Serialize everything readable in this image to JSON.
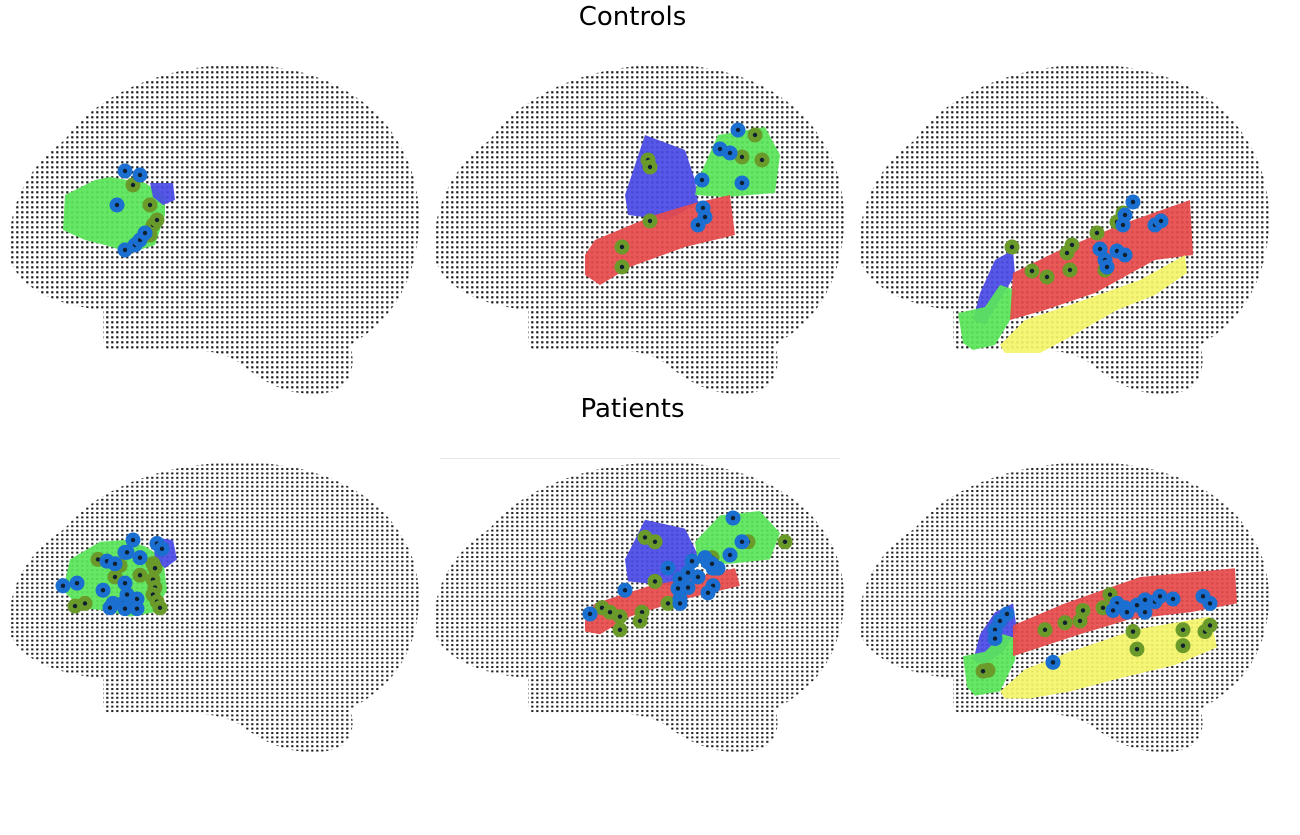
{
  "figure": {
    "groups": [
      {
        "title": "Controls",
        "views": [
          "medial",
          "lateral",
          "temporal"
        ]
      },
      {
        "title": "Patients",
        "views": [
          "medial",
          "lateral",
          "temporal"
        ]
      }
    ]
  },
  "colors": {
    "brain_dots": "#1a1a1a",
    "region_green": "#59e659",
    "region_blue": "#4a4ae6",
    "region_red": "#e64a4a",
    "region_yellow": "#f5f56a",
    "electrode_blue": "#1a6fd0",
    "electrode_olive": "#6a9a2a",
    "electrode_center": "#102030"
  },
  "electrode_counts": {
    "controls": {
      "view1": {
        "blue": 7,
        "olive": 5
      },
      "view2": {
        "blue": 8,
        "olive": 7
      },
      "view3": {
        "blue": 9,
        "olive": 9
      }
    },
    "patients": {
      "view1": {
        "blue": 16,
        "olive": 13
      },
      "view2": {
        "blue": 15,
        "olive": 14
      },
      "view3": {
        "blue": 14,
        "olive": 16
      }
    }
  }
}
